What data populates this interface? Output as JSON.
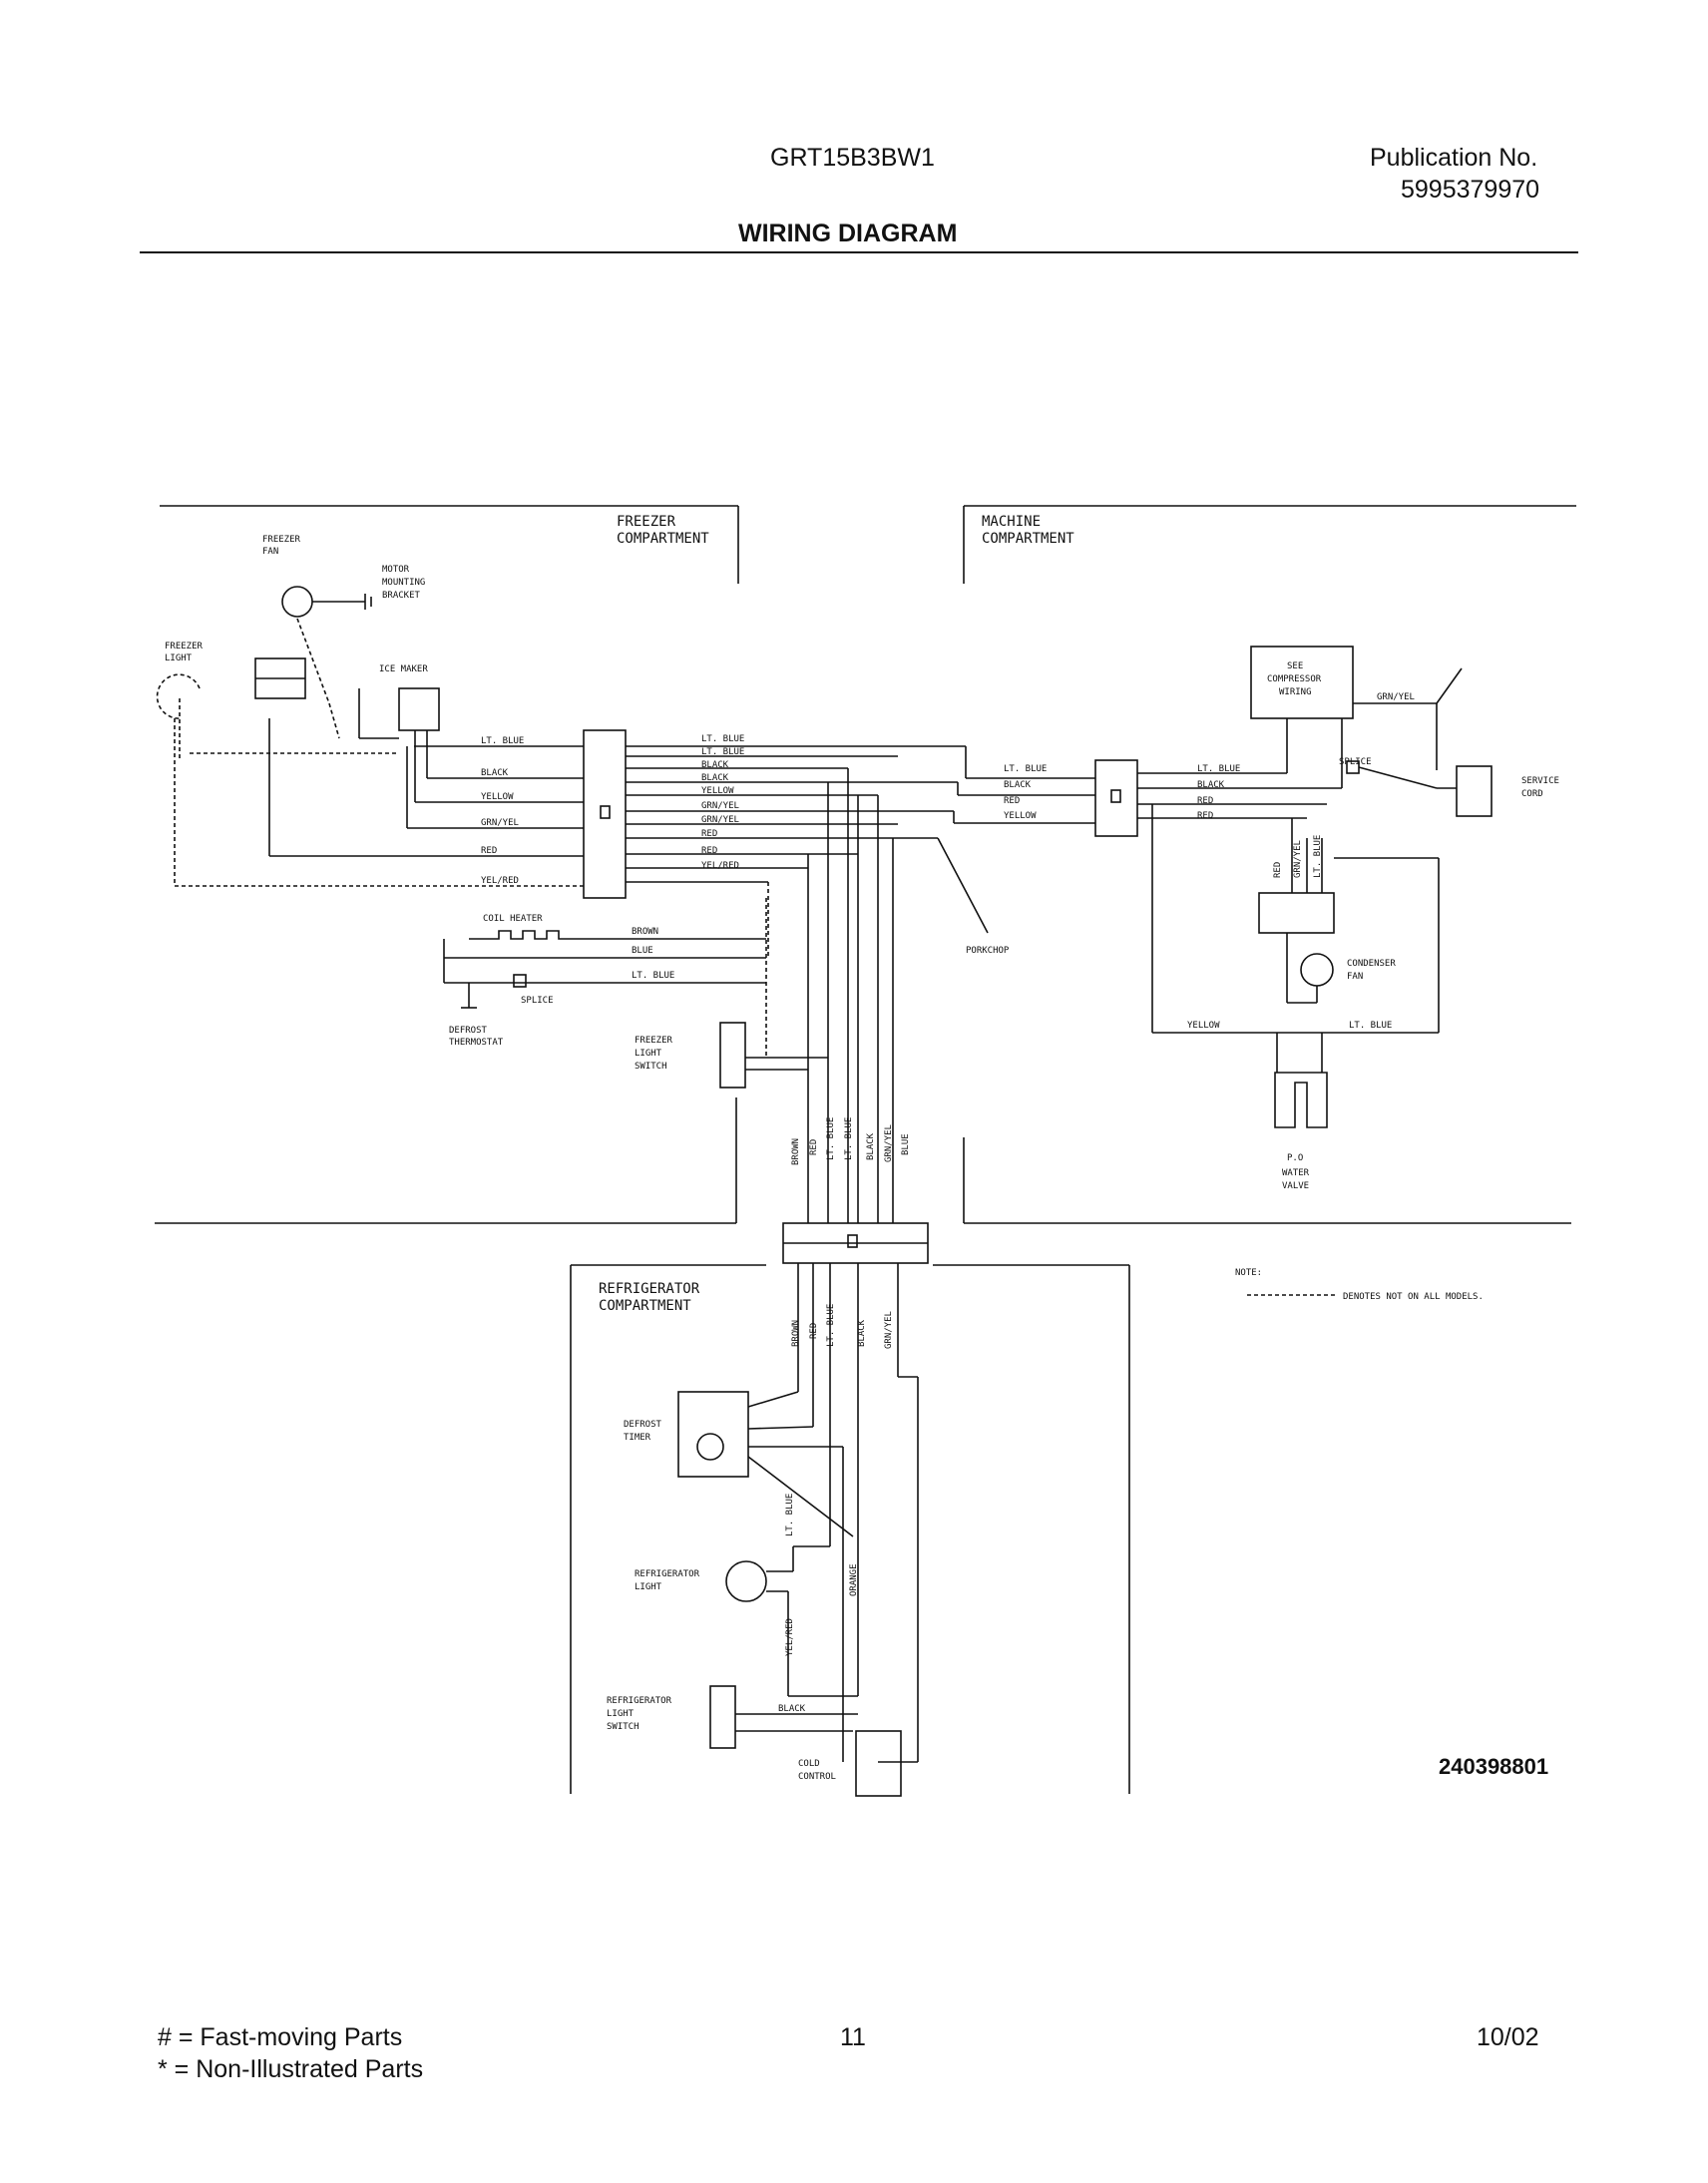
{
  "header": {
    "model": "GRT15B3BW1",
    "publication_label": "Publication No.",
    "publication_number": "5995379970",
    "title": "WIRING DIAGRAM"
  },
  "diagram": {
    "compartments": {
      "freezer": [
        "FREEZER",
        "COMPARTMENT"
      ],
      "machine": [
        "MACHINE",
        "COMPARTMENT"
      ],
      "refrigerator": [
        "REFRIGERATOR",
        "COMPARTMENT"
      ]
    },
    "components": {
      "freezer_fan": [
        "FREEZER",
        "FAN"
      ],
      "motor_bracket": [
        "MOTOR",
        "MOUNTING",
        "BRACKET"
      ],
      "freezer_light": [
        "FREEZER",
        "LIGHT"
      ],
      "ice_maker": "ICE MAKER",
      "coil_heater": "COIL HEATER",
      "splice": "SPLICE",
      "defrost_thermostat": [
        "DEFROST",
        "THERMOSTAT"
      ],
      "freezer_light_switch": [
        "FREEZER",
        "LIGHT",
        "SWITCH"
      ],
      "porkchop": "PORKCHOP",
      "compressor_wiring": [
        "SEE",
        "COMPRESSOR",
        "WIRING"
      ],
      "service_cord": [
        "SERVICE",
        "CORD"
      ],
      "condenser_fan": [
        "CONDENSER",
        "FAN"
      ],
      "water_valve": [
        "WATER",
        "VALVE"
      ],
      "defrost_timer": [
        "DEFROST",
        "TIMER"
      ],
      "refrigerator_light": [
        "REFRIGERATOR",
        "LIGHT"
      ],
      "refrigerator_light_switch": [
        "REFRIGERATOR",
        "LIGHT",
        "SWITCH"
      ],
      "cold_control": [
        "COLD",
        "CONTROL"
      ]
    },
    "wires": {
      "freezer_left": [
        "LT. BLUE",
        "BLACK",
        "YELLOW",
        "GRN/YEL",
        "RED",
        "YEL/RED"
      ],
      "freezer_right": [
        "LT. BLUE",
        "LT. BLUE",
        "BLACK",
        "BLACK",
        "YELLOW",
        "GRN/YEL",
        "GRN/YEL",
        "RED",
        "RED",
        "YEL/RED"
      ],
      "heater": [
        "BROWN",
        "BLUE",
        "LT. BLUE"
      ],
      "to_machine": [
        "LT. BLUE",
        "BLACK",
        "RED",
        "YELLOW"
      ],
      "machine_right": [
        "LT. BLUE",
        "BLACK",
        "RED",
        "RED"
      ],
      "compressor_ground": "GRN/YEL",
      "machine_vertical": [
        "RED",
        "GRN/YEL",
        "LT. BLUE"
      ],
      "valve": [
        "YELLOW",
        "LT. BLUE"
      ],
      "trunk_upper": [
        "BROWN",
        "RED",
        "LT. BLUE",
        "LT. BLUE",
        "BLACK",
        "GRN/YEL",
        "BLUE"
      ],
      "trunk_lower": [
        "BROWN",
        "RED",
        "LT. BLUE",
        "BLACK",
        "GRN/YEL"
      ],
      "refrigerator": [
        "LT. BLUE",
        "ORANGE",
        "YEL/RED",
        "BLACK"
      ]
    },
    "splice_machine": "SPLICE",
    "valve_mark": "P.O",
    "note_label": "NOTE:",
    "note_text": "DENOTES NOT ON ALL MODELS.",
    "document_number": "240398801"
  },
  "footer": {
    "legend_fast": "# = Fast-moving Parts",
    "legend_non": "* = Non-Illustrated Parts",
    "page_number": "11",
    "date": "10/02"
  }
}
